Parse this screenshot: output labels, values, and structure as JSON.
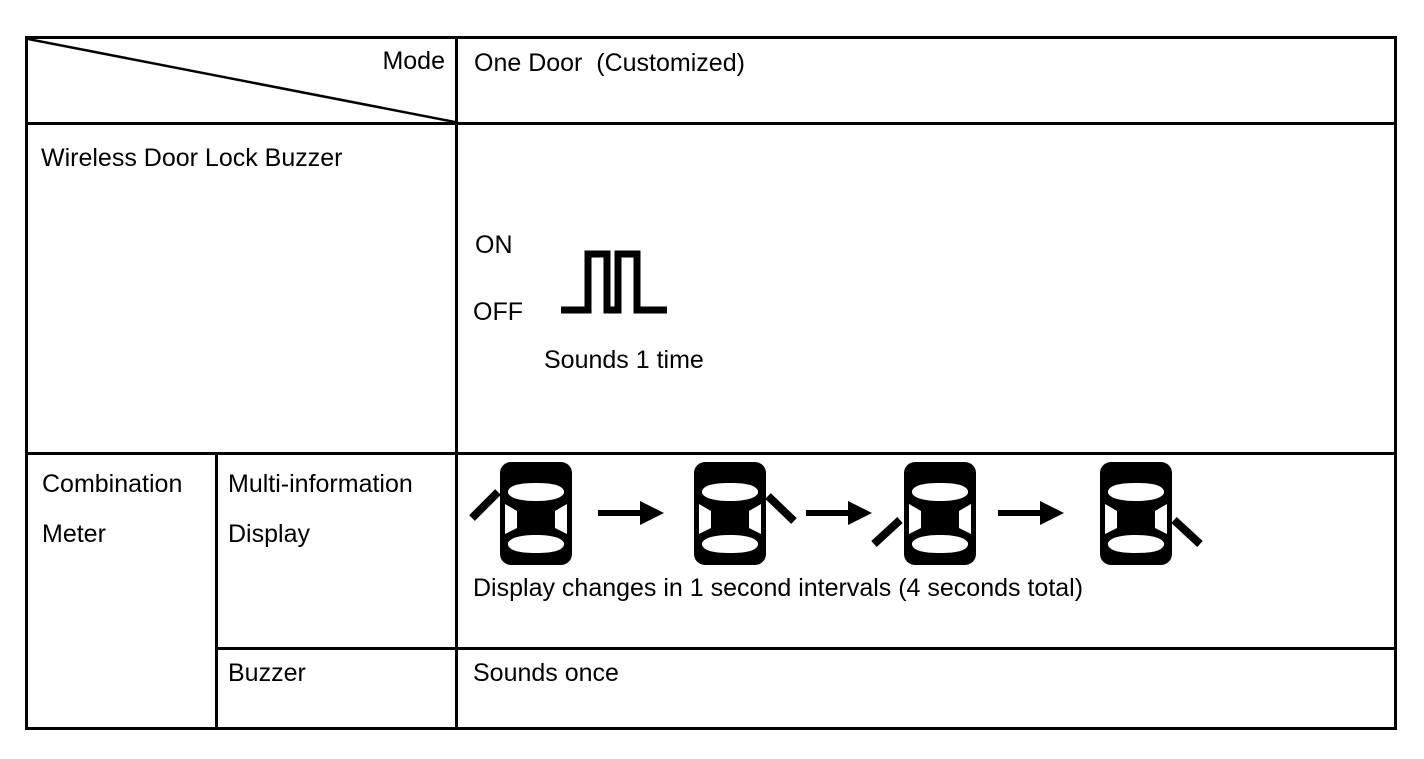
{
  "page": {
    "background": "#ffffff",
    "border_color": "#000000",
    "text_color": "#000000"
  },
  "table": {
    "header": {
      "corner_label": "Mode",
      "mode_value": "One Door  (Customized)"
    },
    "wireless_door_lock_buzzer": {
      "label": "Wireless Door Lock Buzzer",
      "waveform": {
        "on_label": "ON",
        "off_label": "OFF",
        "caption": "Sounds 1 time",
        "pulse_count": 2,
        "icon": "buzzer-pulse-waveform-icon"
      }
    },
    "combination_meter": {
      "label_line1": "Combination",
      "label_line2": "Meter",
      "multi_information_display": {
        "label_line1": "Multi-information",
        "label_line2": "Display",
        "caption": "Display changes in 1 second intervals (4 seconds total)",
        "sequence_icons": [
          "car-front-left-door-open-icon",
          "car-front-right-door-open-icon",
          "car-rear-left-door-open-icon",
          "car-rear-right-door-open-icon"
        ],
        "separator_icon": "arrow-right-icon"
      },
      "buzzer": {
        "label": "Buzzer",
        "value": "Sounds once"
      }
    }
  }
}
